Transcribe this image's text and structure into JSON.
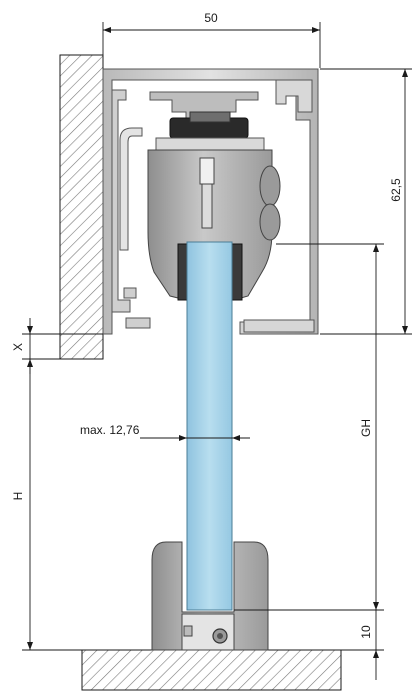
{
  "dimensions": {
    "width_label": "50",
    "profile_height_label": "62,5",
    "x_label": "X",
    "h_label": "H",
    "gh_label": "GH",
    "max_glass_label": "max. 12,76",
    "bottom_label": "10"
  },
  "colors": {
    "line": "#1a1a1a",
    "hatch": "#6a6a6a",
    "aluminium": "#c8c8c8",
    "aluminium_dark": "#8c8c8c",
    "carriage": "#a9a9a9",
    "glass": "#a9d4ea",
    "rubber": "#2a2a2a"
  }
}
